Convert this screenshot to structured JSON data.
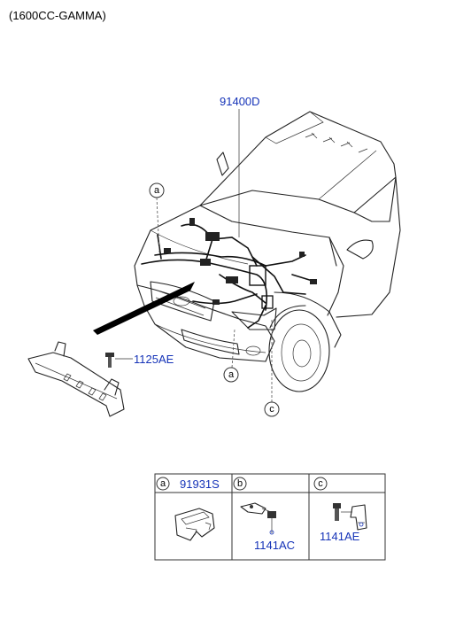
{
  "header": {
    "engine_label": "(1600CC-GAMMA)"
  },
  "callouts": {
    "main_harness": "91400D",
    "bolt_upper": "1125AE",
    "marker_a": "a",
    "marker_c": "c"
  },
  "table": {
    "columns": [
      {
        "letter": "a",
        "part": "91931S"
      },
      {
        "letter": "b",
        "part": "1141AC"
      },
      {
        "letter": "c",
        "part": "1141AE"
      }
    ]
  }
}
